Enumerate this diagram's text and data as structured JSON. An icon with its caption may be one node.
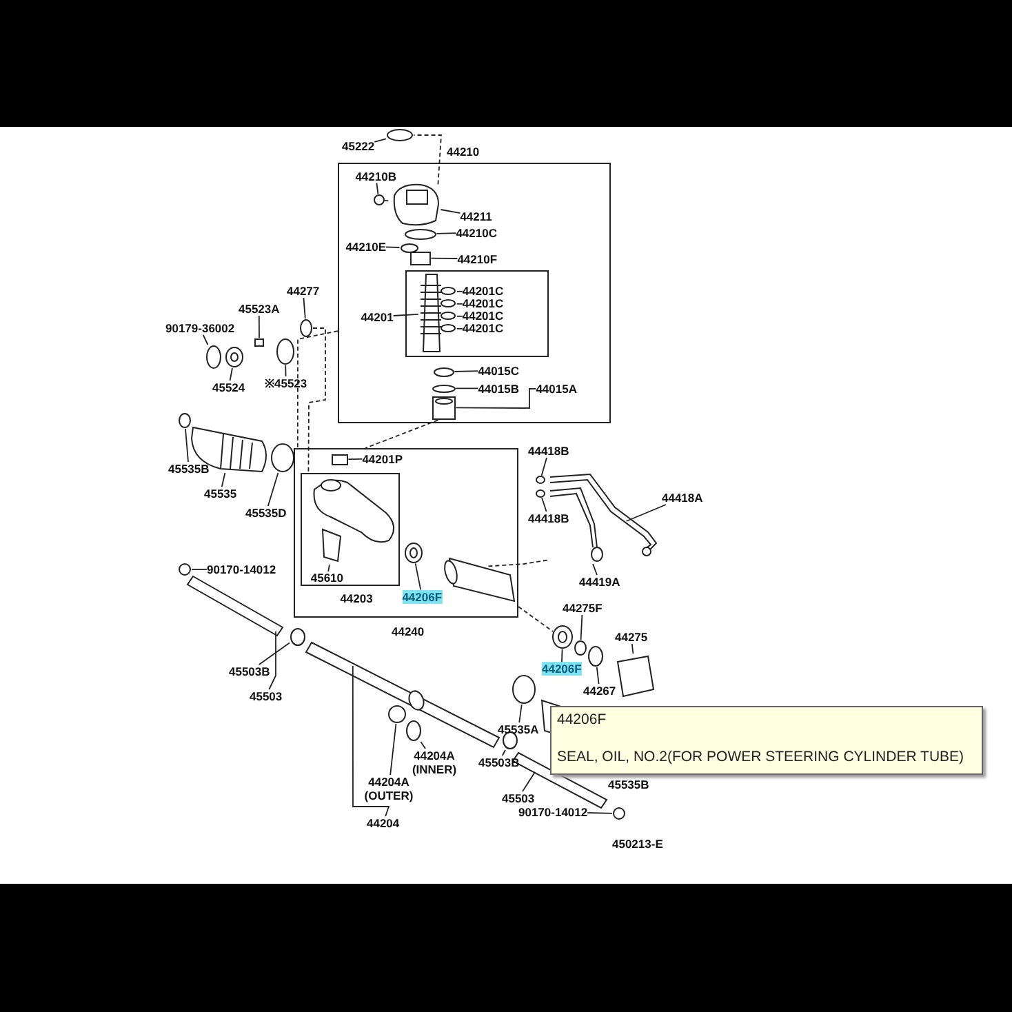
{
  "diagram": {
    "nodes": [
      {
        "text": [
          "45222"
        ]
      },
      {
        "text": [
          "44210"
        ]
      },
      {
        "text": [
          "44210B"
        ],
        "in": 1
      },
      {
        "text": [
          "44211"
        ],
        "in": 1
      },
      {
        "text": [
          "44210C"
        ],
        "in": 1
      },
      {
        "text": [
          "44210E"
        ],
        "in": 1
      },
      {
        "text": [
          "44210F"
        ],
        "in": 1
      },
      {
        "text": [],
        "shape": "box",
        "in": 1
      },
      {
        "text": [
          "44201"
        ],
        "in": 1
      },
      {
        "text": [
          "44201C"
        ],
        "in": 7
      },
      {
        "text": [
          "44201C"
        ],
        "in": 7
      },
      {
        "text": [
          "44201C"
        ],
        "in": 7
      },
      {
        "text": [
          "44201C"
        ],
        "in": 7
      },
      {
        "text": [
          "44015C"
        ],
        "in": 1
      },
      {
        "text": [
          "44015B"
        ],
        "in": 1
      },
      {
        "text": [
          "44015A"
        ],
        "in": 1
      },
      {
        "text": [
          "44277"
        ]
      },
      {
        "text": [
          "45523A"
        ]
      },
      {
        "text": [
          "90179-36002"
        ]
      },
      {
        "text": [
          "45524"
        ]
      },
      {
        "text": [
          "※45523"
        ]
      },
      {
        "text": [
          "45535B"
        ]
      },
      {
        "text": [
          "44240"
        ]
      },
      {
        "text": [
          "44201P"
        ],
        "in": 22
      },
      {
        "text": [
          "44203"
        ],
        "in": 22
      },
      {
        "text": [
          "45610"
        ],
        "in": 24
      },
      {
        "text": [
          "44206F"
        ],
        "in": 22
      },
      {
        "text": [
          "44418B"
        ]
      },
      {
        "text": [
          "45535"
        ]
      },
      {
        "text": [
          "45535D"
        ]
      },
      {
        "text": [
          "44418A"
        ]
      },
      {
        "text": [
          "44418B"
        ]
      },
      {
        "text": [
          "44419A"
        ]
      },
      {
        "text": [
          "90170-14012"
        ]
      },
      {
        "text": [
          "44275F"
        ]
      },
      {
        "text": [
          "44275"
        ]
      },
      {
        "text": [
          "45503B"
        ]
      },
      {
        "text": [
          "44206F"
        ]
      },
      {
        "text": [
          "45503"
        ]
      },
      {
        "text": [
          "44267"
        ]
      },
      {
        "text": [
          "45535A"
        ]
      },
      {
        "text": [
          "44206F",
          "SEAL, OIL, NO.2(FOR POWER STEERING CYLINDER TUBE)"
        ]
      },
      {
        "text": [
          "44204A (INNER)"
        ]
      },
      {
        "text": [
          "45503B"
        ]
      },
      {
        "text": [
          "44204A (OUTER)"
        ]
      },
      {
        "text": [
          "45503"
        ]
      },
      {
        "text": [
          "44204"
        ]
      },
      {
        "text": [
          "90170-14012"
        ]
      },
      {
        "text": [],
        "shape": "circle"
      },
      {
        "text": [],
        "shape": "circle",
        "in": 1
      },
      {
        "text": [],
        "shape": "picture",
        "in": 1
      },
      {
        "text": [],
        "shape": "circle",
        "in": 1
      },
      {
        "text": [],
        "shape": "circle",
        "in": 1
      },
      {
        "text": [],
        "shape": "box",
        "in": 1
      },
      {
        "text": [],
        "shape": "bar",
        "in": 7
      },
      {
        "text": [],
        "shape": "circle",
        "in": 7
      },
      {
        "text": [],
        "shape": "circle",
        "in": 7
      },
      {
        "text": [],
        "shape": "circle",
        "in": 7
      },
      {
        "text": [],
        "shape": "circle",
        "in": 7
      },
      {
        "text": [],
        "shape": "circle",
        "in": 1
      },
      {
        "text": [],
        "shape": "circle",
        "in": 1
      },
      {
        "text": [],
        "shape": "cylinder",
        "in": 1
      },
      {
        "text": [],
        "shape": "circle"
      },
      {
        "text": [],
        "shape": "circle"
      },
      {
        "text": [],
        "shape": "box"
      },
      {
        "text": [],
        "shape": "circle"
      },
      {
        "text": [],
        "shape": "circle"
      },
      {
        "text": [],
        "shape": "circle"
      },
      {
        "text": [],
        "shape": "picture"
      },
      {
        "text": [],
        "shape": "circle"
      },
      {
        "text": [],
        "shape": "box",
        "in": 22
      },
      {
        "text": [],
        "shape": "box",
        "in": 24
      },
      {
        "text": [],
        "shape": "circle",
        "in": 22
      },
      {
        "text": [],
        "shape": "cylinder",
        "in": 22
      },
      {
        "text": [],
        "shape": "circle"
      },
      {
        "text": [],
        "shape": "circle"
      },
      {
        "text": [],
        "shape": "picture"
      },
      {
        "text": [],
        "shape": "picture"
      },
      {
        "text": [],
        "shape": "circle"
      },
      {
        "text": [],
        "shape": "bar"
      },
      {
        "text": [],
        "shape": "circle"
      },
      {
        "text": [],
        "shape": "bar"
      },
      {
        "text": [],
        "shape": "circle"
      },
      {
        "text": [],
        "shape": "circle"
      },
      {
        "text": [],
        "shape": "circle"
      },
      {
        "text": [],
        "shape": "circle"
      },
      {
        "text": [],
        "shape": "circle"
      },
      {
        "text": [],
        "shape": "box"
      },
      {
        "text": [],
        "shape": "circle"
      },
      {
        "text": [],
        "shape": "circle"
      },
      {
        "text": [],
        "shape": "bar"
      },
      {
        "text": [],
        "shape": "circle"
      }
    ],
    "edges": [
      {
        "from": 0,
        "to": 48,
        "arrow": "none"
      },
      {
        "from": 2,
        "to": 49,
        "arrow": "none"
      },
      {
        "from": 3,
        "to": 50,
        "arrow": "none"
      },
      {
        "from": 4,
        "to": 51,
        "arrow": "none"
      },
      {
        "from": 5,
        "to": 52,
        "arrow": "none"
      },
      {
        "from": 6,
        "to": 53,
        "arrow": "none"
      },
      {
        "from": 8,
        "to": 54,
        "arrow": "none"
      },
      {
        "from": 9,
        "to": 55,
        "arrow": "none"
      },
      {
        "from": 10,
        "to": 56,
        "arrow": "none"
      },
      {
        "from": 11,
        "to": 57,
        "arrow": "none"
      },
      {
        "from": 12,
        "to": 58,
        "arrow": "none"
      },
      {
        "from": 13,
        "to": 59,
        "arrow": "none"
      },
      {
        "from": 14,
        "to": 60,
        "arrow": "none"
      },
      {
        "from": 15,
        "to": 61,
        "arrow": "none"
      },
      {
        "from": 16,
        "to": 66,
        "arrow": "none"
      },
      {
        "from": 17,
        "to": 64,
        "arrow": "none"
      },
      {
        "from": 18,
        "to": 62,
        "arrow": "none"
      },
      {
        "from": 19,
        "to": 63,
        "arrow": "none"
      },
      {
        "from": 20,
        "to": 65,
        "arrow": "none"
      },
      {
        "from": 21,
        "to": 67,
        "arrow": "none"
      },
      {
        "from": 28,
        "to": 68,
        "arrow": "none"
      },
      {
        "from": 29,
        "to": 69,
        "arrow": "none"
      },
      {
        "from": 23,
        "to": 70,
        "arrow": "none"
      },
      {
        "from": 25,
        "to": 71,
        "arrow": "none"
      },
      {
        "from": 26,
        "to": 72,
        "arrow": "none"
      },
      {
        "from": 27,
        "to": 74,
        "arrow": "none"
      },
      {
        "from": 31,
        "to": 75,
        "arrow": "none"
      },
      {
        "from": 30,
        "to": 76,
        "arrow": "none"
      },
      {
        "from": 32,
        "to": 77,
        "arrow": "none"
      },
      {
        "from": 33,
        "to": 78,
        "arrow": "none"
      },
      {
        "from": 34,
        "to": 85,
        "arrow": "none"
      },
      {
        "from": 35,
        "to": 87,
        "arrow": "none"
      },
      {
        "from": 37,
        "to": 84,
        "arrow": "none"
      },
      {
        "from": 36,
        "to": 80,
        "arrow": "none"
      },
      {
        "from": 38,
        "to": 79,
        "arrow": "none"
      },
      {
        "from": 39,
        "to": 86,
        "arrow": "none"
      },
      {
        "from": 40,
        "to": 88,
        "arrow": "none"
      },
      {
        "from": 42,
        "to": 83,
        "arrow": "none"
      },
      {
        "from": 44,
        "to": 82,
        "arrow": "none"
      },
      {
        "from": 46,
        "to": 81,
        "arrow": "none"
      },
      {
        "from": 43,
        "to": 89,
        "arrow": "none"
      },
      {
        "from": 45,
        "to": 90,
        "arrow": "none"
      },
      {
        "from": 47,
        "to": 91,
        "arrow": "none"
      },
      {
        "from": 50,
        "to": 48,
        "arrow": "none",
        "style": "dashed"
      },
      {
        "from": 49,
        "to": 50,
        "arrow": "none",
        "style": "dashed"
      },
      {
        "from": 66,
        "to": 24,
        "arrow": "none",
        "style": "dashed"
      },
      {
        "from": 1,
        "to": 22,
        "arrow": "none",
        "style": "dashed"
      },
      {
        "from": 61,
        "to": 22,
        "arrow": "none",
        "style": "dashed"
      },
      {
        "from": 73,
        "to": 77,
        "arrow": "none",
        "style": "dashed"
      },
      {
        "from": 22,
        "to": 84,
        "arrow": "none",
        "style": "dashed"
      }
    ],
    "labels": [
      "45535B",
      "450213-E"
    ]
  }
}
